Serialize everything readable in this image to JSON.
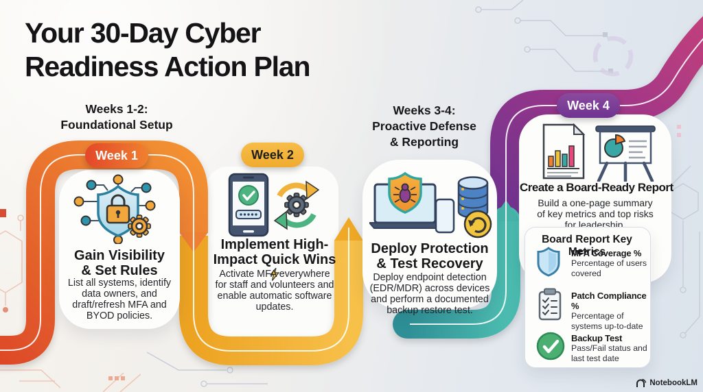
{
  "title": "Your 30-Day Cyber\nReadiness Action Plan",
  "phase_headers": {
    "weeks_1_2": "Weeks 1-2:\nFoundational Setup",
    "weeks_3_4": "Weeks 3-4:\nProactive Defense\n& Reporting"
  },
  "steps": {
    "week1": {
      "badge": "Week 1",
      "title": "Gain Visibility\n& Set Rules",
      "body": "List all systems, identify data owners, and draft/refresh MFA and BYOD policies.",
      "icon": "shield-lock-network-icon",
      "color": "#e8542b"
    },
    "week2": {
      "badge": "Week 2",
      "title": "Implement High-\nImpact Quick Wins",
      "title_icon": "lightning-bolt-icon",
      "body": "Activate MFA everywhere for staff and volunteers and enable automatic software updates.",
      "icon": "mfa-phone-sync-icon",
      "color": "#f2b13a"
    },
    "weeks34": {
      "title": "Deploy Protection\n& Test Recovery",
      "body": "Deploy endpoint detection (EDR/MDR) across devices and perform a documented backup restore test.",
      "icon": "endpoint-protection-backup-icon",
      "color": "#3aa6a0"
    },
    "week4": {
      "badge": "Week 4",
      "title": "Create a Board-Ready Report",
      "body": "Build a one-page summary of key metrics and top risks for leadership.",
      "icon": "report-presentation-icon",
      "color": "#7b4191"
    }
  },
  "metrics_panel": {
    "title": "Board Report Key Metrics",
    "items": [
      {
        "icon": "shield-icon",
        "title": "MFA Coverage %",
        "desc": "Percentage of users covered"
      },
      {
        "icon": "checklist-icon",
        "title": "Patch Compliance %",
        "desc": "Percentage of systems up-to-date"
      },
      {
        "icon": "check-circle-icon",
        "title": "Backup Test",
        "desc": "Pass/Fail status and last test date"
      }
    ]
  },
  "footer": {
    "brand": "NotebookLM"
  },
  "palette": {
    "orange": "#e8542b",
    "amber": "#f2b13a",
    "teal": "#3aa6a0",
    "purple": "#7b4191",
    "magenta": "#c2407c",
    "card": "#fdfdfb",
    "bg_left": "#f6f3ed",
    "bg_right": "#dbe3ec",
    "text": "#1a1a1e"
  }
}
